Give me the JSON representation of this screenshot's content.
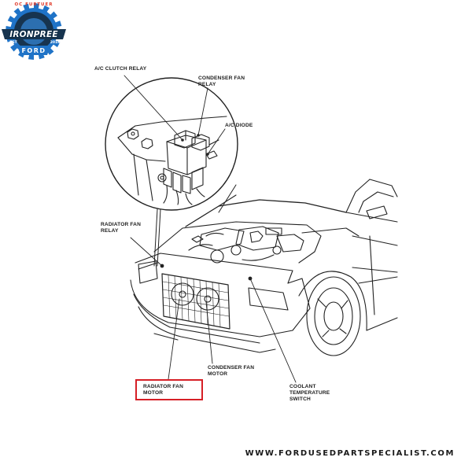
{
  "logo": {
    "top_text": "OC FURTUER",
    "main_text": "IRONPREE",
    "est_left": "EST",
    "est_right": "2018",
    "bottom_text": "FORD",
    "gear_color": "#1f73c7",
    "ring_color": "#17344f"
  },
  "labels": {
    "ac_clutch_relay": "A/C CLUTCH RELAY",
    "condenser_fan_relay": [
      "CONDENSER FAN",
      "RELAY"
    ],
    "ac_diode": "A/C DIODE",
    "radiator_fan_relay": [
      "RADIATOR FAN",
      "RELAY"
    ],
    "condenser_fan_motor": [
      "CONDENSER FAN",
      "MOTOR"
    ],
    "radiator_fan_motor": [
      "RADIATOR FAN",
      "MOTOR"
    ],
    "coolant_temperature_switch": [
      "COOLANT",
      "TEMPERATURE",
      "SWITCH"
    ]
  },
  "highlight": {
    "target": "radiator_fan_motor",
    "color": "#d61f26"
  },
  "footer": {
    "url": "WWW.FORDUSEDPARTSPECIALIST.COM"
  }
}
